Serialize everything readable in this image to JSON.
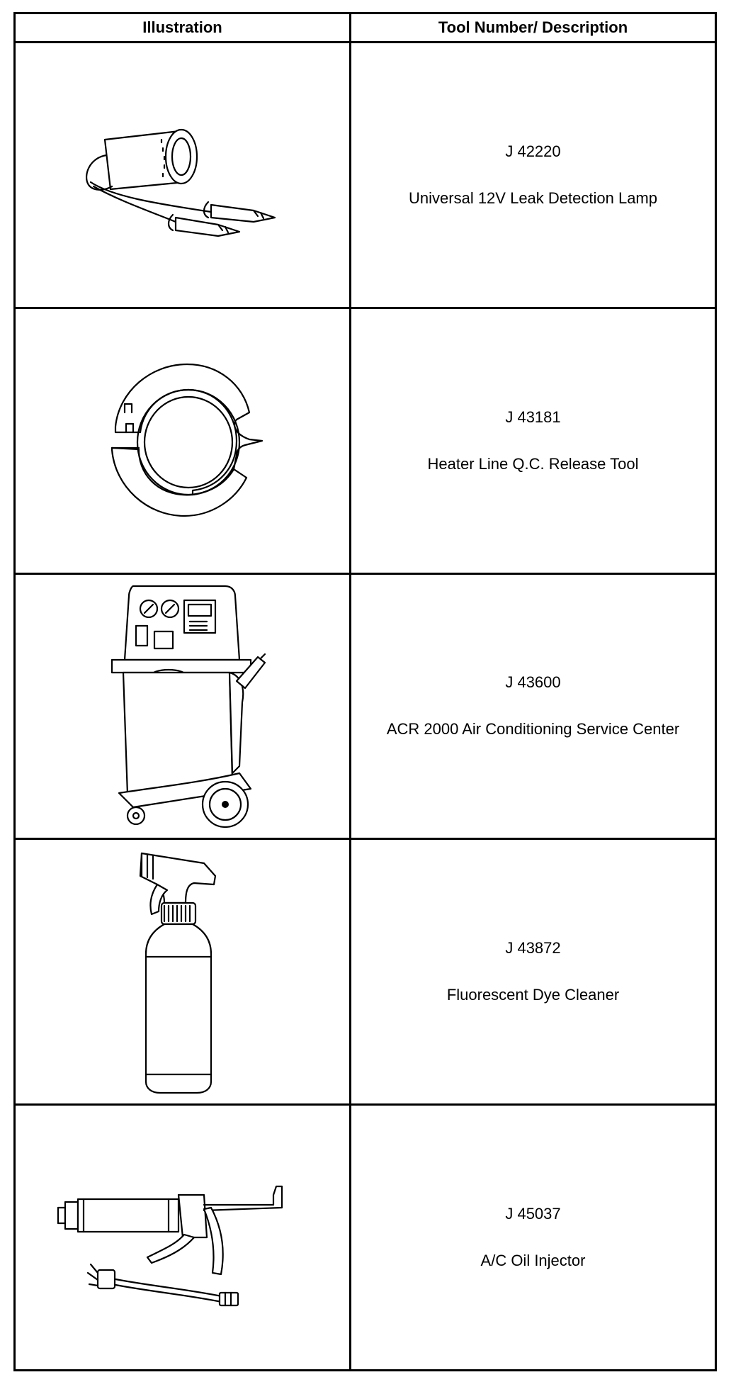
{
  "table": {
    "headers": {
      "illustration": "Illustration",
      "tool": "Tool Number/ Description"
    },
    "rows": [
      {
        "number": "J 42220",
        "description": "Universal 12V Leak Detection Lamp",
        "icon": "leak-detection-lamp-icon"
      },
      {
        "number": "J 43181",
        "description": "Heater Line Q.C. Release Tool",
        "icon": "release-tool-icon"
      },
      {
        "number": "J 43600",
        "description": "ACR 2000 Air Conditioning Service Center",
        "icon": "service-center-icon"
      },
      {
        "number": "J 43872",
        "description": "Fluorescent Dye Cleaner",
        "icon": "spray-bottle-icon"
      },
      {
        "number": "J 45037",
        "description": "A/C Oil Injector",
        "icon": "oil-injector-icon"
      }
    ]
  }
}
